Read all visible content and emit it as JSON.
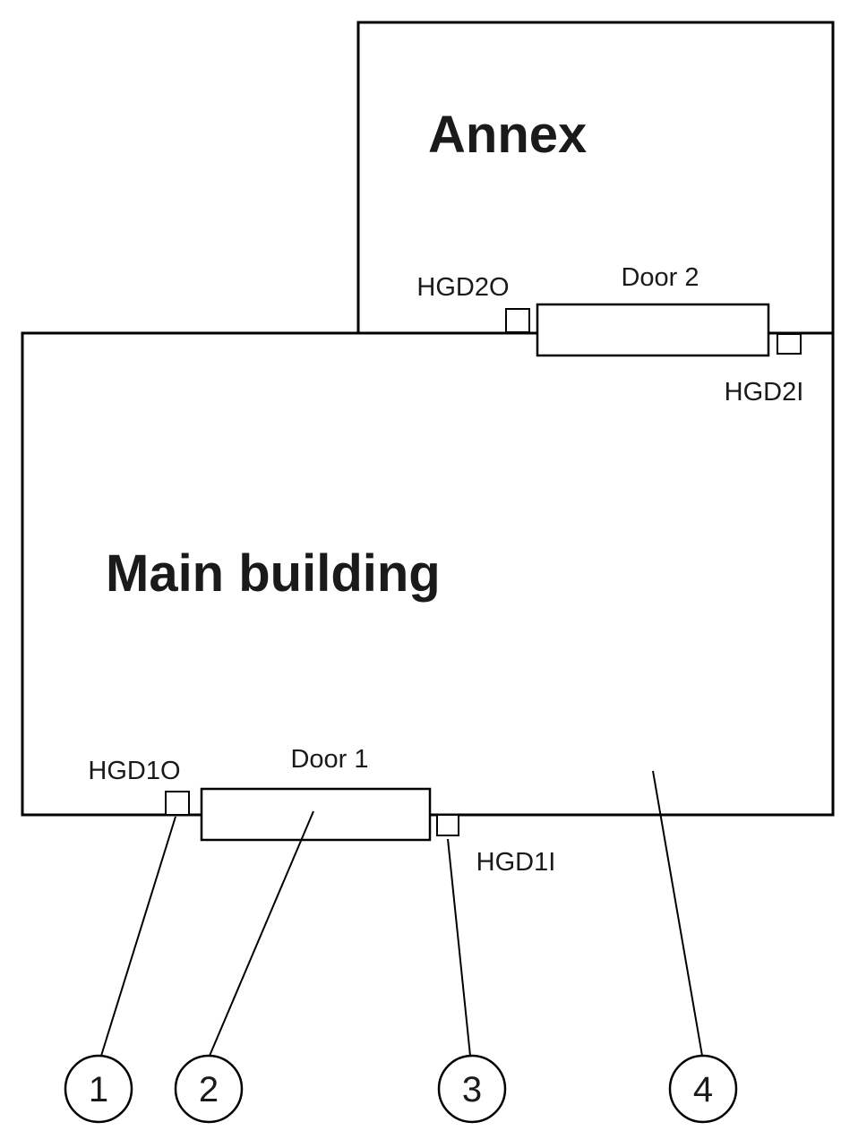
{
  "diagram": {
    "background": "#ffffff",
    "stroke_color": "#000000",
    "buildings": {
      "annex": {
        "label": "Annex"
      },
      "main": {
        "label": "Main building"
      }
    },
    "doors": {
      "door2": {
        "label": "Door 2"
      },
      "door1": {
        "label": "Door 1"
      }
    },
    "sensors": {
      "hgd2o": {
        "label": "HGD2O"
      },
      "hgd2i": {
        "label": "HGD2I"
      },
      "hgd1o": {
        "label": "HGD1O"
      },
      "hgd1i": {
        "label": "HGD1I"
      }
    },
    "callouts": [
      {
        "number": "1"
      },
      {
        "number": "2"
      },
      {
        "number": "3"
      },
      {
        "number": "4"
      }
    ]
  }
}
